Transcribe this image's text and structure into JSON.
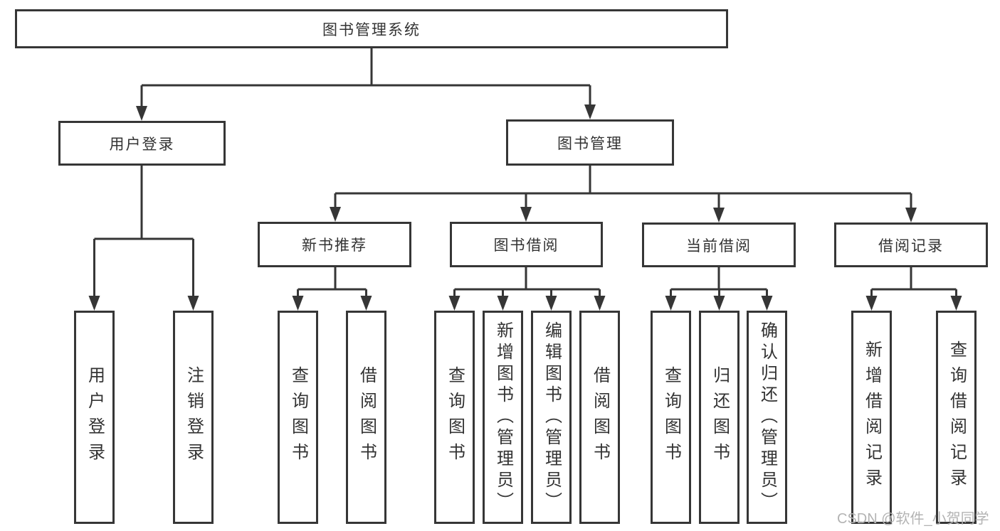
{
  "diagram_title": "图书管理系统",
  "tree": {
    "label": "图书管理系统",
    "children": [
      {
        "label": "用户登录",
        "children": [
          {
            "label": "用户登录"
          },
          {
            "label": "注销登录"
          }
        ]
      },
      {
        "label": "图书管理",
        "children": [
          {
            "label": "新书推荐",
            "children": [
              {
                "label": "查询图书"
              },
              {
                "label": "借阅图书"
              }
            ]
          },
          {
            "label": "图书借阅",
            "children": [
              {
                "label": "查询图书"
              },
              {
                "label": "新增图书（管理员）"
              },
              {
                "label": "编辑图书（管理员）"
              },
              {
                "label": "借阅图书"
              }
            ]
          },
          {
            "label": "当前借阅",
            "children": [
              {
                "label": "查询图书"
              },
              {
                "label": "归还图书"
              },
              {
                "label": "确认归还（管理员）"
              }
            ]
          },
          {
            "label": "借阅记录",
            "children": [
              {
                "label": "新增借阅记录"
              },
              {
                "label": "查询借阅记录"
              }
            ]
          }
        ]
      }
    ]
  },
  "watermark": "CSDN @软件_小贺同学",
  "colors": {
    "line": "#363636",
    "text": "#333333",
    "watermark": "#b3b3b3",
    "background": "#ffffff"
  }
}
